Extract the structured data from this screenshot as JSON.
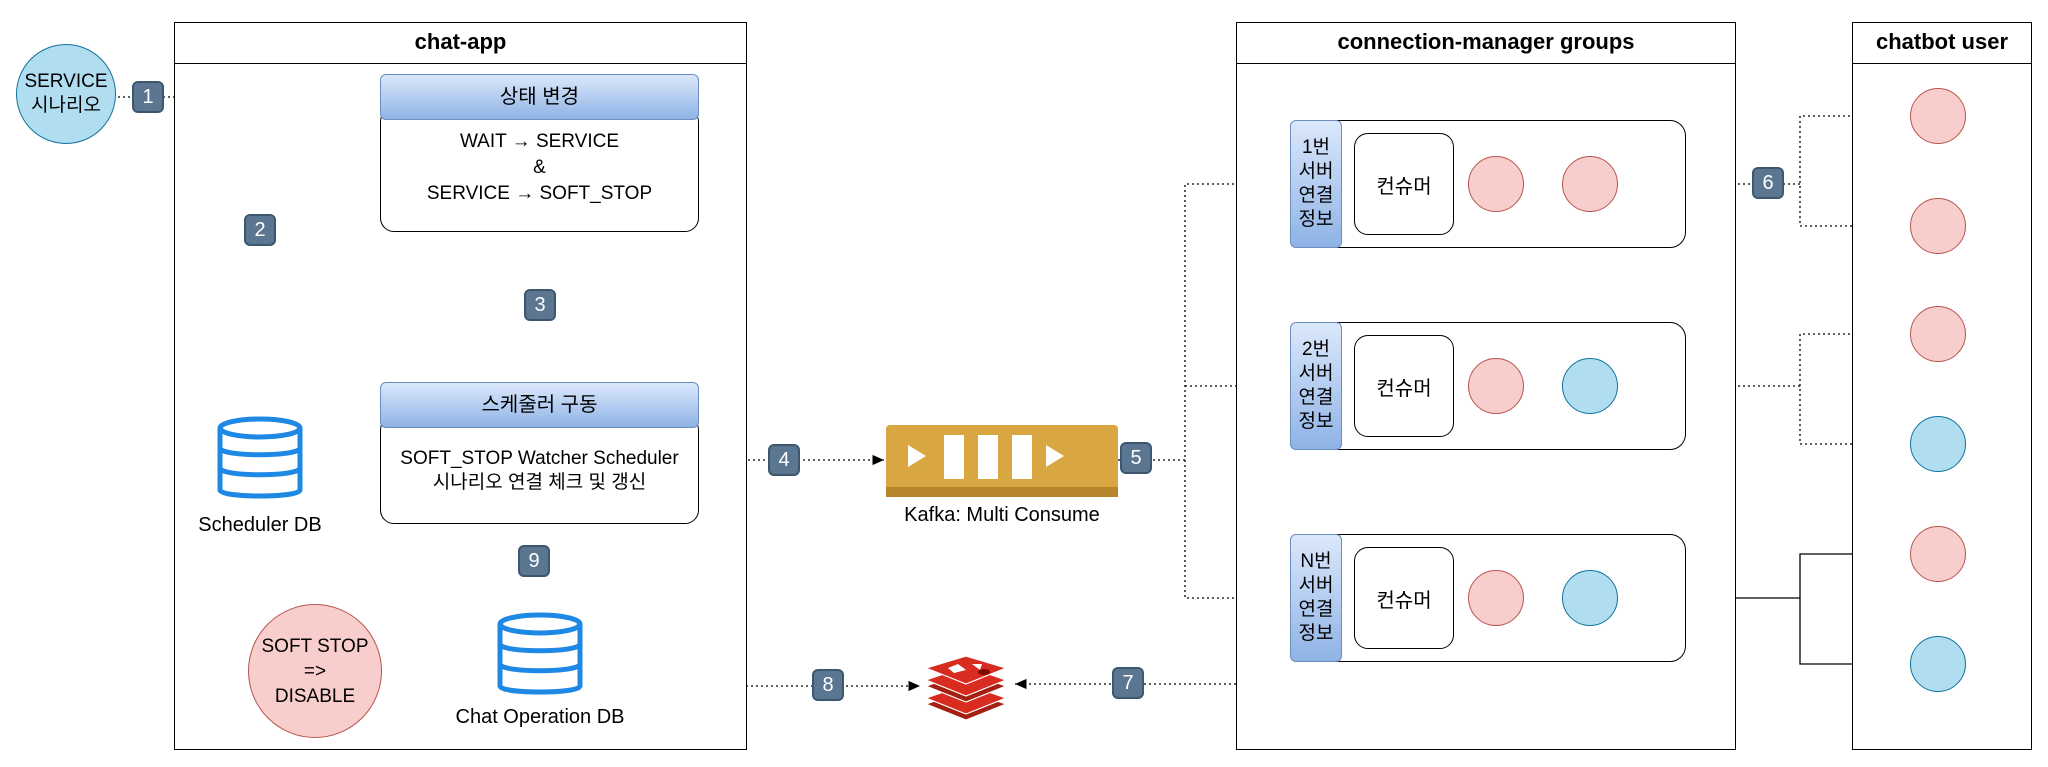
{
  "frames": {
    "chat_app": "chat-app",
    "connection_manager": "connection-manager groups",
    "chatbot_user": "chatbot user"
  },
  "start_node": {
    "line1": "SERVICE",
    "line2": "시나리오"
  },
  "state_change": {
    "title": "상태 변경",
    "line1": "WAIT → SERVICE",
    "line2": "&",
    "line3": "SERVICE → SOFT_STOP"
  },
  "scheduler": {
    "title": "스케줄러 구동",
    "line1": "SOFT_STOP Watcher Scheduler",
    "line2": "시나리오 연결 체크 및 갱신"
  },
  "scheduler_db": "Scheduler DB",
  "chat_operation_db": "Chat Operation DB",
  "soft_stop_node": {
    "line1": "SOFT STOP",
    "line2": "=>",
    "line3": "DISABLE"
  },
  "kafka_label": "Kafka: Multi Consume",
  "groups": [
    {
      "line1": "1번",
      "line2": "서버",
      "line3": "연결",
      "line4": "정보",
      "consumer": "컨슈머",
      "dots": [
        "red",
        "red"
      ]
    },
    {
      "line1": "2번",
      "line2": "서버",
      "line3": "연결",
      "line4": "정보",
      "consumer": "컨슈머",
      "dots": [
        "red",
        "blue"
      ]
    },
    {
      "line1": "N번",
      "line2": "서버",
      "line3": "연결",
      "line4": "정보",
      "consumer": "컨슈머",
      "dots": [
        "red",
        "blue"
      ]
    }
  ],
  "users": [
    "red",
    "red",
    "red",
    "blue",
    "red",
    "blue"
  ],
  "steps": [
    "1",
    "2",
    "3",
    "4",
    "5",
    "6",
    "7",
    "8",
    "9"
  ],
  "colors": {
    "red_fill": "#f8cecc",
    "red_stroke": "#b85450",
    "blue_fill": "#b1ddf0",
    "blue_stroke": "#10739e",
    "db_blue": "#1e88e5",
    "kafka": "#d9a741",
    "redis": "#d82c20",
    "badge": "#5a7691"
  }
}
